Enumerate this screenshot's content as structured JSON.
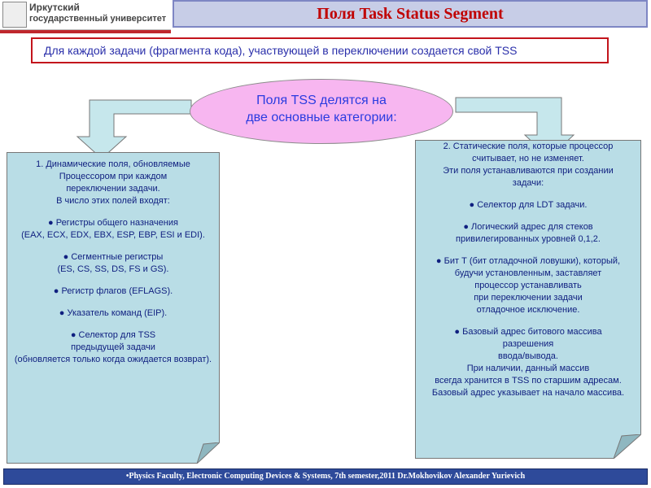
{
  "header": {
    "logo_line1": "Иркутский",
    "logo_line2": "государственный университет",
    "title": "Поля Task Status Segment"
  },
  "subtitle": "Для каждой задачи (фрагмента кода), участвующей в переключении создается свой TSS",
  "center": {
    "line1": "Поля TSS делятся на",
    "line2": "две основные категории:"
  },
  "left_card": {
    "lines": [
      "1.     Динамические поля, обновляемые",
      "Процессором  при каждом",
      "переключении задачи.",
      "В число этих полей входят:",
      "",
      "●  Регистры общего назначения",
      "(EAX, ECX, EDX, EBX, ESP, EBP, ESI и EDI).",
      "",
      "● Сегментные регистры",
      "(ES, CS, SS, DS, FS и GS).",
      "",
      "● Регистр флагов (EFLAGS).",
      "",
      "●  Указатель команд (EIP).",
      "",
      "●  Селектор для TSS",
      "предыдущей задачи",
      "(обновляется только когда ожидается возврат)."
    ]
  },
  "right_card": {
    "lines": [
      "2. Статические поля, которые процессор",
      "считывает, но не   изменяет.",
      "Эти поля устанавливаются при создании",
      "задачи:",
      "",
      "● Селектор для LDT задачи.",
      "",
      "● Логический адрес для стеков",
      "привилегированных уровней 0,1,2.",
      "",
      "● Бит Т (бит отладочной ловушки), который,",
      "будучи установленным, заставляет",
      "процессор устанавливать",
      "при     переключении задачи",
      "отладочное исключение.",
      "",
      "● Базовый адрес битового массива",
      "разрешения",
      "ввода/вывода.",
      "При наличии, данный массив",
      "всегда хранится в TSS по старшим адресам.",
      "Базовый адрес указывает на начало массива."
    ]
  },
  "footer": "•Physics Faculty, Electronic Computing Devices & Systems, 7th semester,2011 Dr.Mokhovikov Alexander Yurievich",
  "colors": {
    "title_bg": "#c7cde7",
    "title_text": "#c00000",
    "subtitle_border": "#c3141c",
    "blob_fill": "#f7b6f0",
    "card_fill": "#b9dde6",
    "arrow_fill": "#c6e7ec",
    "footer_bg": "#2e4a9a"
  }
}
